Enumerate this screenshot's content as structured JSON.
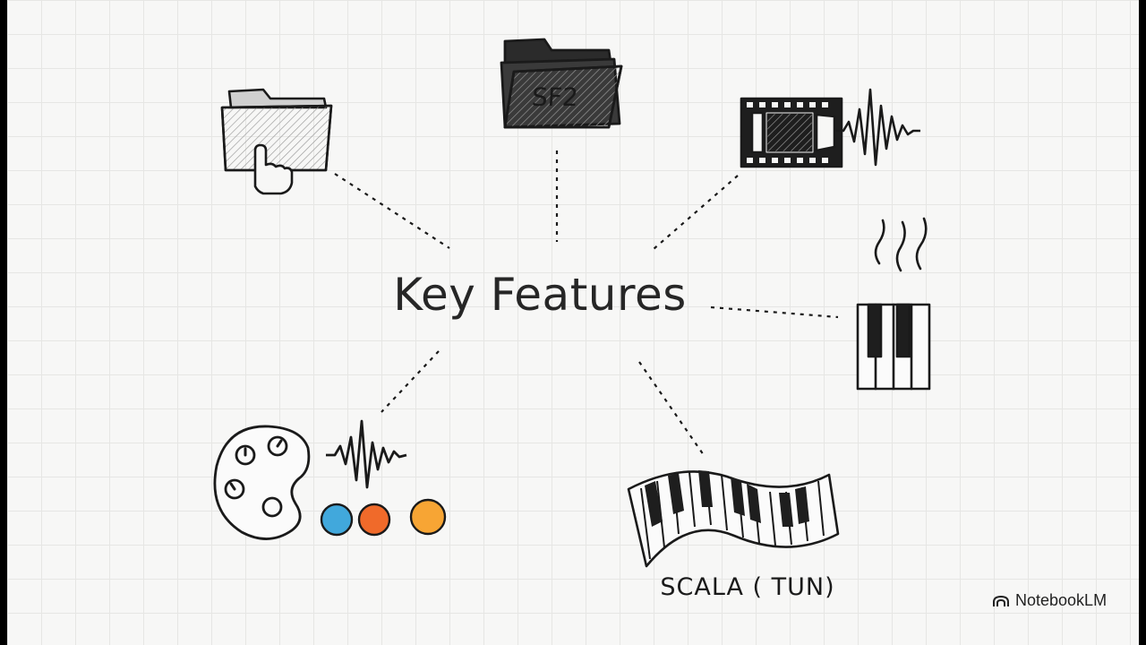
{
  "title": "Key Features",
  "features": {
    "folder_click": {
      "icon": "folder-click-icon"
    },
    "sf2": {
      "label": "SF2",
      "icon": "sf2-folder-icon"
    },
    "film_wave": {
      "icon": "film-waveform-icon"
    },
    "piano_steam": {
      "icon": "piano-steam-icon"
    },
    "scala": {
      "label": "SCALA ( TUN)",
      "icon": "wavy-keyboard-icon"
    },
    "palette": {
      "icon": "palette-knobs-icon",
      "dot_colors": [
        "#41a8dc",
        "#f06a2a",
        "#f7a534"
      ]
    }
  },
  "brand": {
    "name": "NotebookLM",
    "icon": "notebooklm-logo-icon"
  },
  "colors": {
    "ink": "#1a1a1a",
    "paper": "#f7f7f6",
    "grid": "#e6e6e4"
  }
}
